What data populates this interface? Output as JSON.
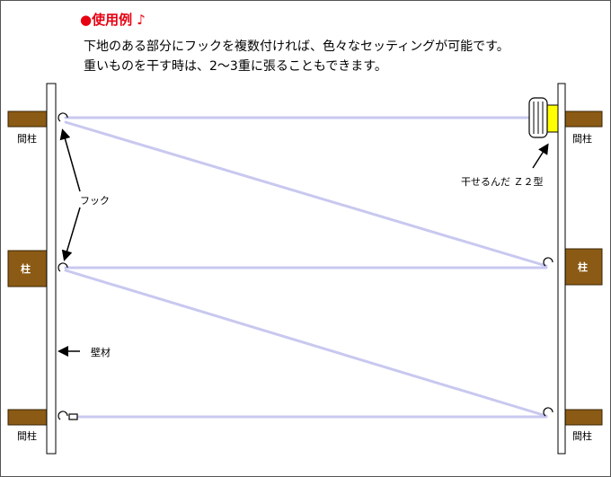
{
  "title": {
    "heading": "●使用例 ♪",
    "line1": "下地のある部分にフックを複数付ければ、色々なセッティングが可能です。",
    "line2": "重いものを干す時は、2～3重に張ることもできます。"
  },
  "labels": {
    "stud": "間柱",
    "pillar": "柱",
    "hook": "フック",
    "wall": "壁材",
    "product": "干せるんだ Ｚ２型"
  },
  "colors": {
    "rope": "#c8c8f0",
    "wood": "#8b5a14",
    "product_accent": "#ffff00",
    "heading": "#e60012"
  }
}
